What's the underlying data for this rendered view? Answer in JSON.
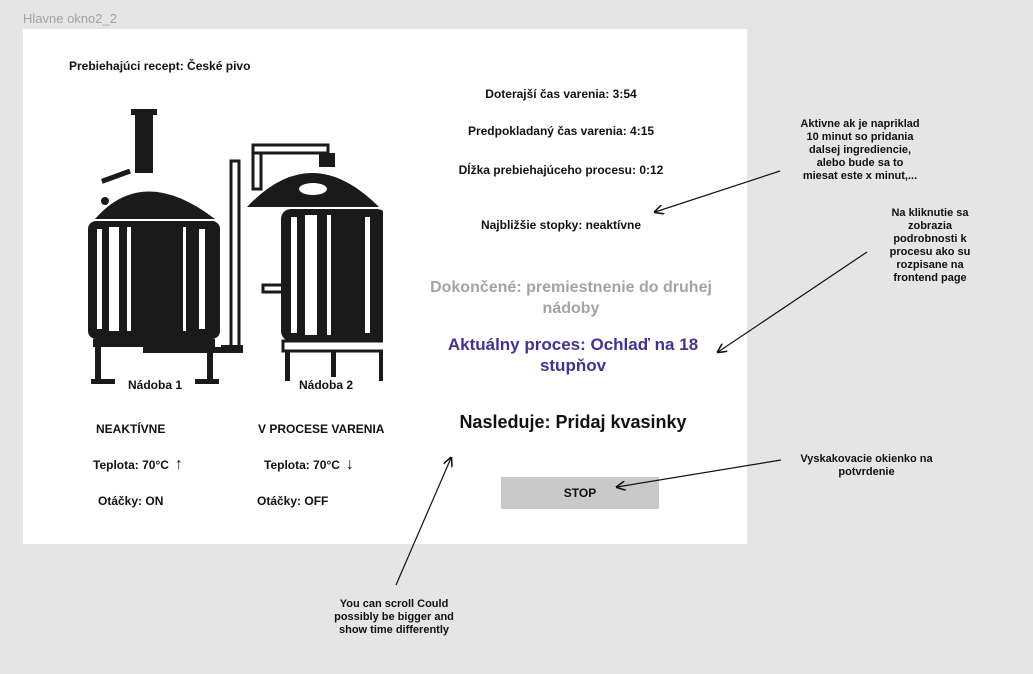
{
  "frame_title": "Hlavne okno2_2",
  "recipe": {
    "label": "Prebiehajúci recept: České pivo"
  },
  "times": {
    "elapsed": "Doterajší čas varenia: 3:54",
    "estimated": "Predpokladaný čas varenia: 4:15",
    "process_duration": "Dĺžka prebiehajúceho procesu: 0:12",
    "next_stop": "Najbližšie stopky: neaktívne"
  },
  "steps": {
    "completed": "Dokončené: premiestnenie do druhej nádoby",
    "current": "Aktuálny proces: Ochlaď na 18 stupňov",
    "next": "Nasleduje: Pridaj kvasinky"
  },
  "vessels": [
    {
      "name": "Nádoba 1",
      "status": "NEAKTÍVNE",
      "temperature": "Teplota: 70°C",
      "trend_icon": "↑",
      "stirring": "Otáčky: ON"
    },
    {
      "name": "Nádoba 2",
      "status": "V PROCESE VARENIA",
      "temperature": "Teplota: 70°C",
      "trend_icon": "↓",
      "stirring": "Otáčky: OFF"
    }
  ],
  "stop_button": {
    "label": "STOP"
  },
  "notes": {
    "stopky": "Aktivne ak je napriklad 10 minut so pridania dalsej ingrediencie, alebo bude sa to miesat este x minut,...",
    "proces": "Na kliknutie sa zobrazia podrobnosti k procesu ako su rozpisane na frontend page",
    "stop": "Vyskakovacie okienko na potvrdenie",
    "scroll": "You can scroll Could possibly be bigger and show time differently"
  },
  "colors": {
    "completed_text": "#a3a3a3",
    "current_text": "#3f3496",
    "stop_button_bg": "#c9c9c9",
    "canvas_bg": "#e5e5e5"
  }
}
